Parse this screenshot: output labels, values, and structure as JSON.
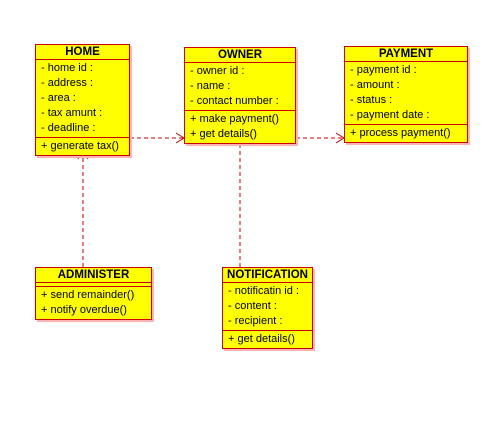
{
  "colors": {
    "box_fill": "#ffff00",
    "box_border": "#cc0000",
    "shadow": "#ffb3b3",
    "connector": "#cc0000"
  },
  "classes": {
    "home": {
      "name": "HOME",
      "attributes": [
        "- home id :",
        "- address :",
        "- area :",
        "- tax amunt :",
        "- deadline :"
      ],
      "methods": [
        "+ generate tax()"
      ]
    },
    "owner": {
      "name": "OWNER",
      "attributes": [
        "- owner id :",
        "- name :",
        "- contact number :"
      ],
      "methods": [
        "+ make payment()",
        "+ get details()"
      ]
    },
    "payment": {
      "name": "PAYMENT",
      "attributes": [
        "- payment id :",
        "- amount :",
        "- status :",
        "- payment date :"
      ],
      "methods": [
        "+ process payment()"
      ]
    },
    "administer": {
      "name": "ADMINISTER",
      "attributes": [],
      "methods": [
        "+ send remainder()",
        "+ notify overdue()"
      ]
    },
    "notification": {
      "name": "NOTIFICATION",
      "attributes": [
        "- notificatin id :",
        "- content :",
        "- recipient :"
      ],
      "methods": [
        "+ get details()"
      ]
    }
  },
  "relations": [
    {
      "from": "home",
      "to": "owner",
      "style": "dashed-open-arrow"
    },
    {
      "from": "owner",
      "to": "payment",
      "style": "dashed-open-arrow"
    },
    {
      "from": "administer",
      "to": "home",
      "style": "dashed-open-arrow"
    },
    {
      "from": "notification",
      "to": "owner",
      "style": "dashed-open-arrow"
    }
  ]
}
